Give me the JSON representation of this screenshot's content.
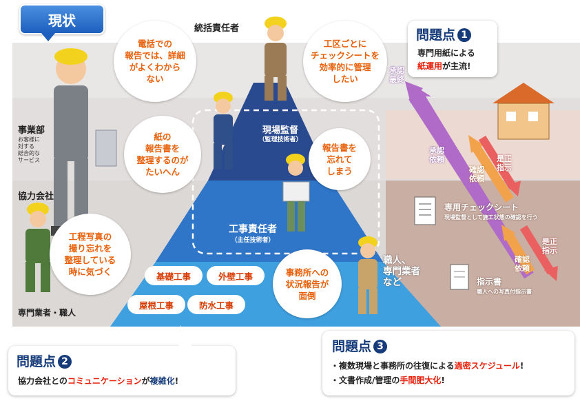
{
  "status_tab": "現状",
  "roles": {
    "top": "統括責任者",
    "site": "現場監督",
    "site_sub": "（監理技術者）",
    "work": "工事責任者",
    "work_sub": "（主任技術者）",
    "craftsmen": "職人、\n専門業者\nなど"
  },
  "left_labels": {
    "business": "事業部",
    "business_sub": "お客様に\n対する\n総合的な\nサービス",
    "partner": "協力会社",
    "specialist": "専門業者・職人"
  },
  "speech": {
    "phone": "電話での\n報告では、詳細\nがよくわから\nない",
    "paper": "紙の\n報告書を\n整理するのが\nたいへん",
    "process": "工程写真の\n撮り忘れを\n整理している\n時に気づく",
    "top": "工区ごとに\nチェックシートを\n効率的に管理\nしたい",
    "forget": "報告書を\n忘れて\nしまう",
    "office": "事務所への\n状況報告が\n面倒"
  },
  "works": [
    "基礎工事",
    "外壁工事",
    "屋根工事",
    "防水工事"
  ],
  "arrows": {
    "approval_final": "承認\n最終",
    "approval_request": "承認\n依頼",
    "confirm_request_1": "確認\n依頼",
    "correction_1": "是正\n指示",
    "confirm_request_2": "確認\n依頼",
    "correction_2": "是正\n指示"
  },
  "checksheet": {
    "title": "専用チェックシート",
    "desc": "現場監督として施工状態の確認を行う"
  },
  "instruction": {
    "title": "指示書",
    "desc": "職人への写真付指示書"
  },
  "problems": {
    "p1": {
      "label": "問題点",
      "num": "1",
      "line1": "専門用紙による",
      "line2_em": "紙運用",
      "line2_rest": "が主流!"
    },
    "p2": {
      "label": "問題点",
      "num": "2",
      "pre": "協力会社との",
      "em1": "コミュニケーション",
      "mid": "が",
      "em2": "複雑化",
      "post": "!"
    },
    "p3": {
      "label": "問題点",
      "num": "3",
      "l1_pre": "・複数現場と事務所の往復による",
      "l1_em": "過密スケジュール",
      "l1_post": "!",
      "l2_pre": "・文書作成/管理の",
      "l2_em": "手間肥大化",
      "l2_post": "!"
    }
  },
  "colors": {
    "navy": "#153b7a",
    "orange": "#e8600a",
    "pyramid_top": "#2a4a8f",
    "pyramid_mid": "#2f75c8",
    "pyramid_low": "#3fa0e0",
    "purple_arrow": "#b06bc8",
    "orange_arrow": "#f2a24a",
    "red_arrow": "#ea6060"
  }
}
